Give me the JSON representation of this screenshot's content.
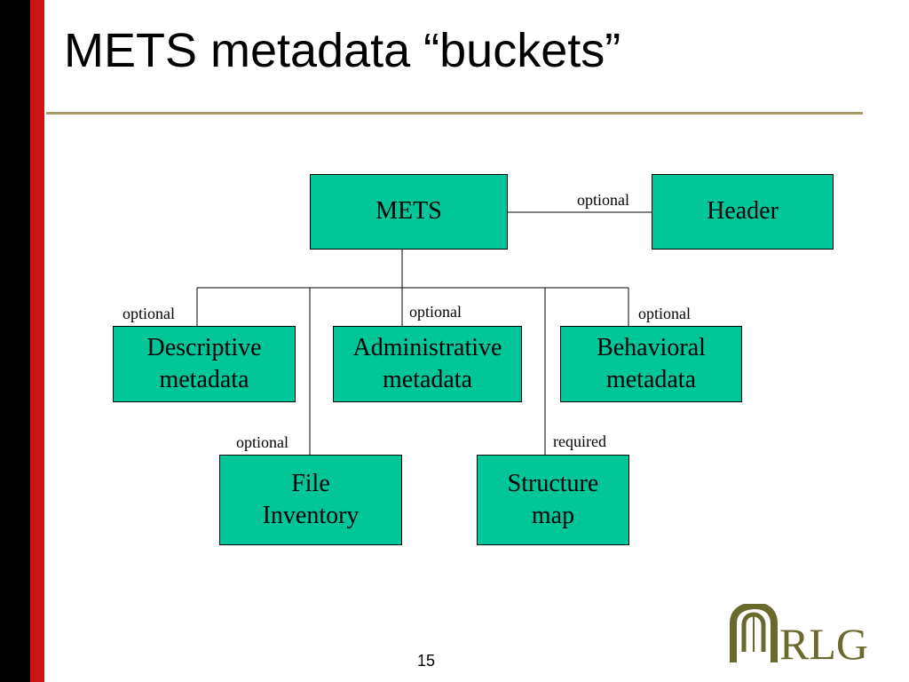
{
  "title": "METS metadata “buckets”",
  "page_number": "15",
  "logo_text": "RLG",
  "colors": {
    "box_fill": "#00c69a",
    "left_bar_black": "#000000",
    "left_bar_red": "#cc1417",
    "rule": "#a89a6a",
    "logo": "#6b6a2e"
  },
  "nodes": {
    "mets": "METS",
    "header": "Header",
    "descriptive": [
      "Descriptive",
      "metadata"
    ],
    "administrative": [
      "Administrative",
      "metadata"
    ],
    "behavioral": [
      "Behavioral",
      "metadata"
    ],
    "file_inventory": [
      "File",
      "Inventory"
    ],
    "structure_map": [
      "Structure",
      "map"
    ]
  },
  "edge_labels": {
    "header": "optional",
    "descriptive": "optional",
    "administrative": "optional",
    "behavioral": "optional",
    "file_inventory": "optional",
    "structure_map": "required"
  }
}
